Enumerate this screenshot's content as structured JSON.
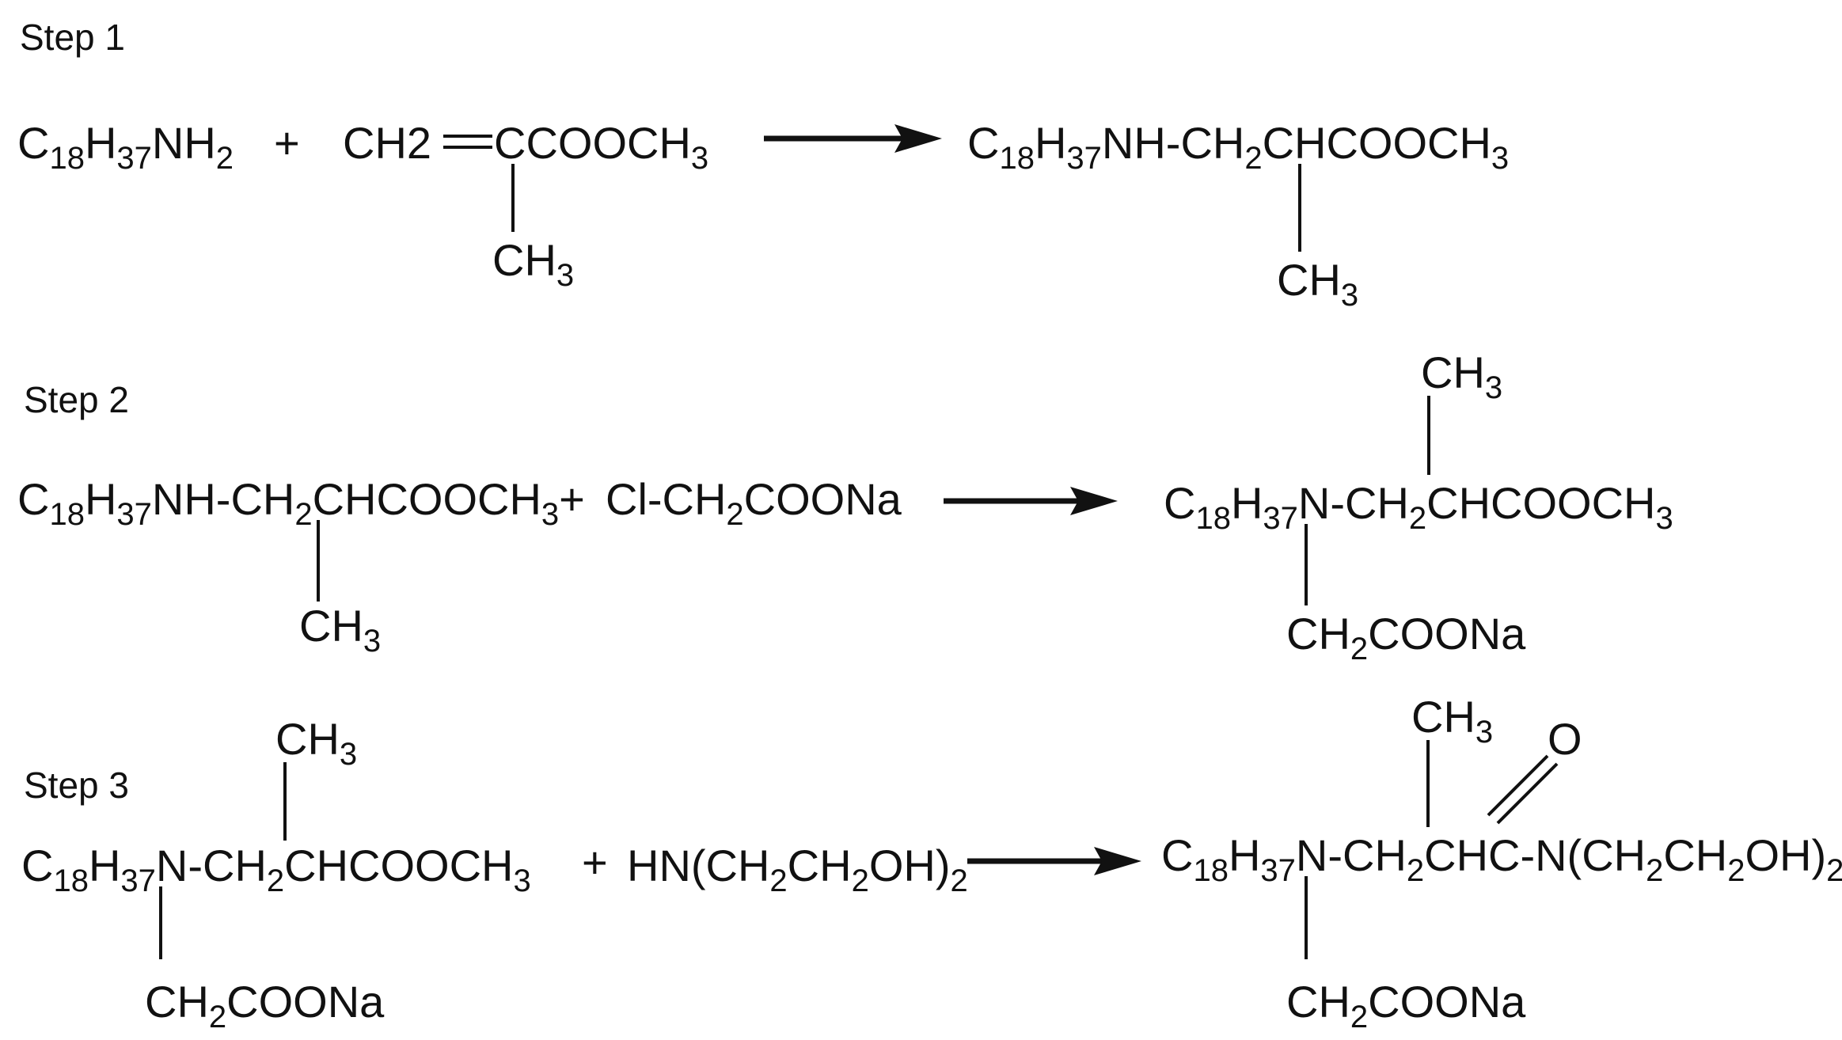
{
  "steps": [
    {
      "label": "Step 1",
      "reactant1": {
        "formula": [
          [
            "C",
            ""
          ],
          [
            "18",
            "sub"
          ],
          [
            "H",
            ""
          ],
          [
            "37",
            "sub"
          ],
          [
            "NH",
            ""
          ],
          [
            "2",
            "sub"
          ]
        ]
      },
      "plus": "+",
      "reactant2": {
        "chain_left": [
          [
            "CH2",
            ""
          ]
        ],
        "double_bond": "=",
        "chain_right": [
          [
            "CCOOCH",
            ""
          ],
          [
            "3",
            "sub"
          ]
        ],
        "branch": [
          [
            "CH",
            ""
          ],
          [
            "3",
            "sub"
          ]
        ]
      },
      "product": {
        "chain": [
          [
            "C",
            ""
          ],
          [
            "18",
            "sub"
          ],
          [
            "H",
            ""
          ],
          [
            "37",
            "sub"
          ],
          [
            "NH-CH",
            ""
          ],
          [
            "2",
            "sub"
          ],
          [
            "CHCOOCH",
            ""
          ],
          [
            "3",
            "sub"
          ]
        ],
        "branch_down": [
          [
            "CH",
            ""
          ],
          [
            "3",
            "sub"
          ]
        ]
      }
    },
    {
      "label": "Step 2",
      "reactant1": {
        "chain": [
          [
            "C",
            ""
          ],
          [
            "18",
            "sub"
          ],
          [
            "H",
            ""
          ],
          [
            "37",
            "sub"
          ],
          [
            "NH-CH",
            ""
          ],
          [
            "2",
            "sub"
          ],
          [
            "CHCOOCH",
            ""
          ],
          [
            "3",
            "sub"
          ],
          [
            "+",
            ""
          ]
        ],
        "branch_down": [
          [
            "CH",
            ""
          ],
          [
            "3",
            "sub"
          ]
        ]
      },
      "reactant2": {
        "formula": [
          [
            "Cl-CH",
            ""
          ],
          [
            "2",
            "sub"
          ],
          [
            "COONa",
            ""
          ]
        ]
      },
      "product": {
        "chain": [
          [
            "C",
            ""
          ],
          [
            "18",
            "sub"
          ],
          [
            "H",
            ""
          ],
          [
            "37",
            "sub"
          ],
          [
            "N-CH",
            ""
          ],
          [
            "2",
            "sub"
          ],
          [
            "CHCOOCH",
            ""
          ],
          [
            "3",
            "sub"
          ]
        ],
        "branch_up": [
          [
            "CH",
            ""
          ],
          [
            "3",
            "sub"
          ]
        ],
        "branch_down": [
          [
            "CH",
            ""
          ],
          [
            "2",
            "sub"
          ],
          [
            "COONa",
            ""
          ]
        ]
      }
    },
    {
      "label": "Step 3",
      "reactant1": {
        "chain": [
          [
            "C",
            ""
          ],
          [
            "18",
            "sub"
          ],
          [
            "H",
            ""
          ],
          [
            "37",
            "sub"
          ],
          [
            "N-CH",
            ""
          ],
          [
            "2",
            "sub"
          ],
          [
            "CHCOOCH",
            ""
          ],
          [
            "3",
            "sub"
          ]
        ],
        "branch_up": [
          [
            "CH",
            ""
          ],
          [
            "3",
            "sub"
          ]
        ],
        "branch_down": [
          [
            "CH",
            ""
          ],
          [
            "2",
            "sub"
          ],
          [
            "COONa",
            ""
          ]
        ]
      },
      "plus": "+",
      "reactant2": {
        "formula": [
          [
            "HN(CH",
            ""
          ],
          [
            "2",
            "sub"
          ],
          [
            "CH",
            ""
          ],
          [
            "2",
            "sub"
          ],
          [
            "OH)",
            ""
          ],
          [
            "2",
            "sub"
          ]
        ]
      },
      "product": {
        "chain": [
          [
            "C",
            ""
          ],
          [
            "18",
            "sub"
          ],
          [
            "H",
            ""
          ],
          [
            "37",
            "sub"
          ],
          [
            "N-CH",
            ""
          ],
          [
            "2",
            "sub"
          ],
          [
            "CHC-N(CH",
            ""
          ],
          [
            "2",
            "sub"
          ],
          [
            "CH",
            ""
          ],
          [
            "2",
            "sub"
          ],
          [
            "OH)",
            ""
          ],
          [
            "2",
            "sub"
          ]
        ],
        "branch_up": [
          [
            "CH",
            ""
          ],
          [
            "3",
            "sub"
          ]
        ],
        "carbonyl_oxygen": "O",
        "branch_down": [
          [
            "CH",
            ""
          ],
          [
            "2",
            "sub"
          ],
          [
            "COONa",
            ""
          ]
        ]
      }
    }
  ]
}
